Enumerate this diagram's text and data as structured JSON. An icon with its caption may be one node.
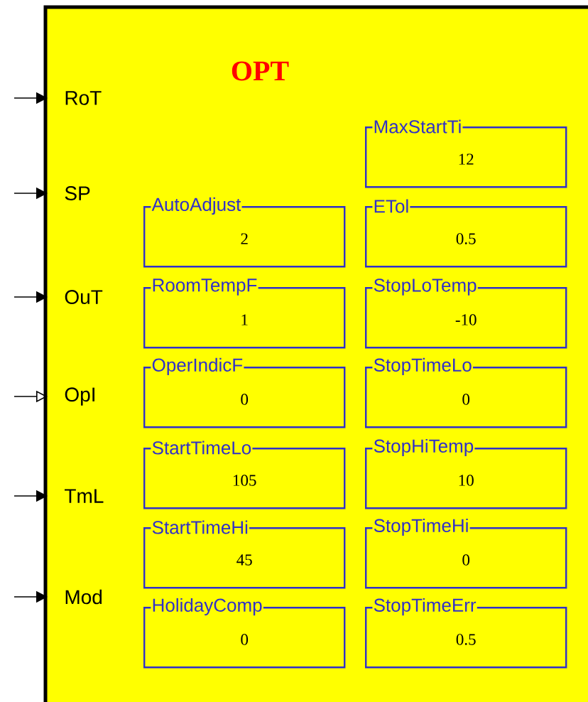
{
  "diagram": {
    "nodes": [
      {
        "text": [
          "OPT"
        ]
      },
      {
        "text": [
          "RoT"
        ],
        "in": 0
      },
      {
        "text": [
          "SP"
        ],
        "in": 0
      },
      {
        "text": [
          "OuT"
        ],
        "in": 0
      },
      {
        "text": [
          "OpI"
        ],
        "in": 0
      },
      {
        "text": [
          "TmL"
        ],
        "in": 0
      },
      {
        "text": [
          "Mod"
        ],
        "in": 0
      },
      {
        "text": [
          "MaxStartTi",
          "12"
        ],
        "in": 0
      },
      {
        "text": [
          "AutoAdjust",
          "2"
        ],
        "in": 0
      },
      {
        "text": [
          "ETol",
          "0.5"
        ],
        "in": 0
      },
      {
        "text": [
          "RoomTempF",
          "1"
        ],
        "in": 0
      },
      {
        "text": [
          "StopLoTemp",
          "-10"
        ],
        "in": 0
      },
      {
        "text": [
          "OperIndicF",
          "0"
        ],
        "in": 0
      },
      {
        "text": [
          "StopTimeLo",
          "0"
        ],
        "in": 0
      },
      {
        "text": [
          "StartTimeLo",
          "105"
        ],
        "in": 0
      },
      {
        "text": [
          "StopHiTemp",
          "10"
        ],
        "in": 0
      },
      {
        "text": [
          "StartTimeHi",
          "45"
        ],
        "in": 0
      },
      {
        "text": [
          "StopTimeHi",
          "0"
        ],
        "in": 0
      },
      {
        "text": [
          "HolidayComp",
          "0"
        ],
        "in": 0
      },
      {
        "text": [
          "StopTimeErr",
          "0.5"
        ],
        "in": 0
      }
    ],
    "edges": [
      {
        "from": null,
        "to": 1,
        "arrow": "to"
      },
      {
        "from": null,
        "to": 2,
        "arrow": "to"
      },
      {
        "from": null,
        "to": 3,
        "arrow": "to"
      },
      {
        "from": null,
        "to": 4,
        "arrow": "to"
      },
      {
        "from": null,
        "to": 5,
        "arrow": "to"
      },
      {
        "from": null,
        "to": 6,
        "arrow": "to"
      }
    ]
  }
}
